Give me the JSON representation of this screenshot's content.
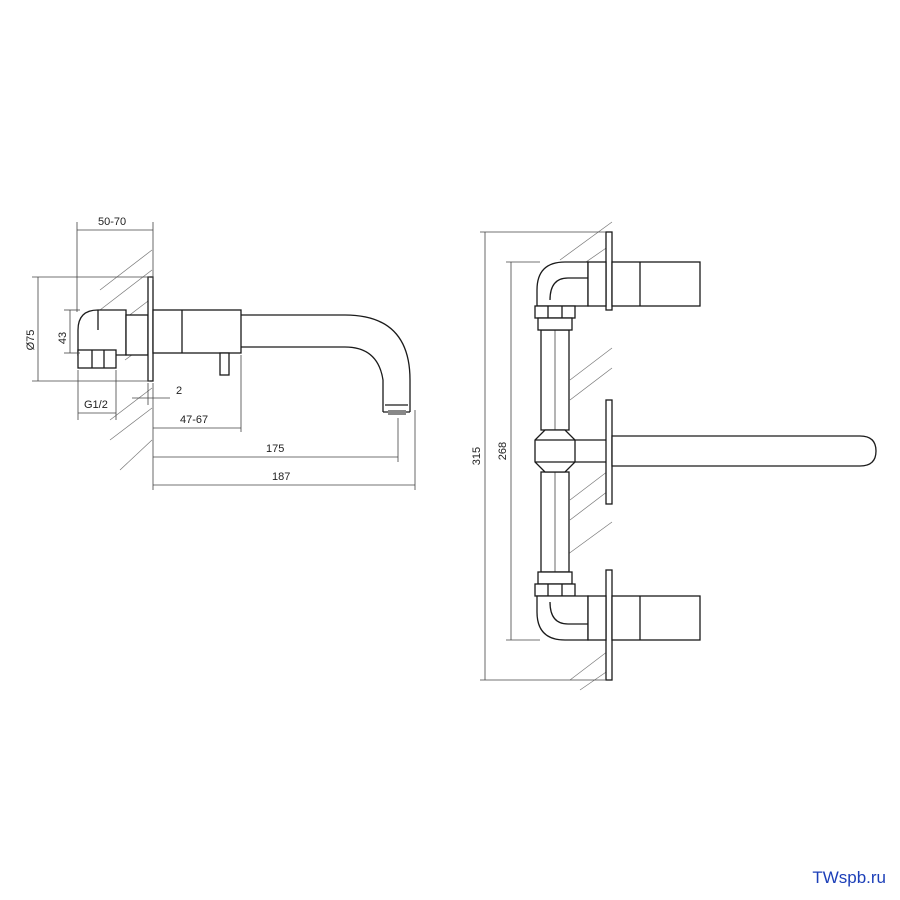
{
  "dimensions": {
    "mount_depth": "50-70",
    "flange_diameter": "Ø75",
    "inlet_height": "43",
    "thread": "G1/2",
    "flange_gap": "2",
    "spout_adjust": "47-67",
    "spout_reach": "175",
    "total_reach": "187",
    "overall_height": "315",
    "handle_spacing": "268"
  },
  "watermark": "TWspb.ru",
  "colors": {
    "line": "#1a1a1a",
    "watermark": "#1c3fb8"
  }
}
